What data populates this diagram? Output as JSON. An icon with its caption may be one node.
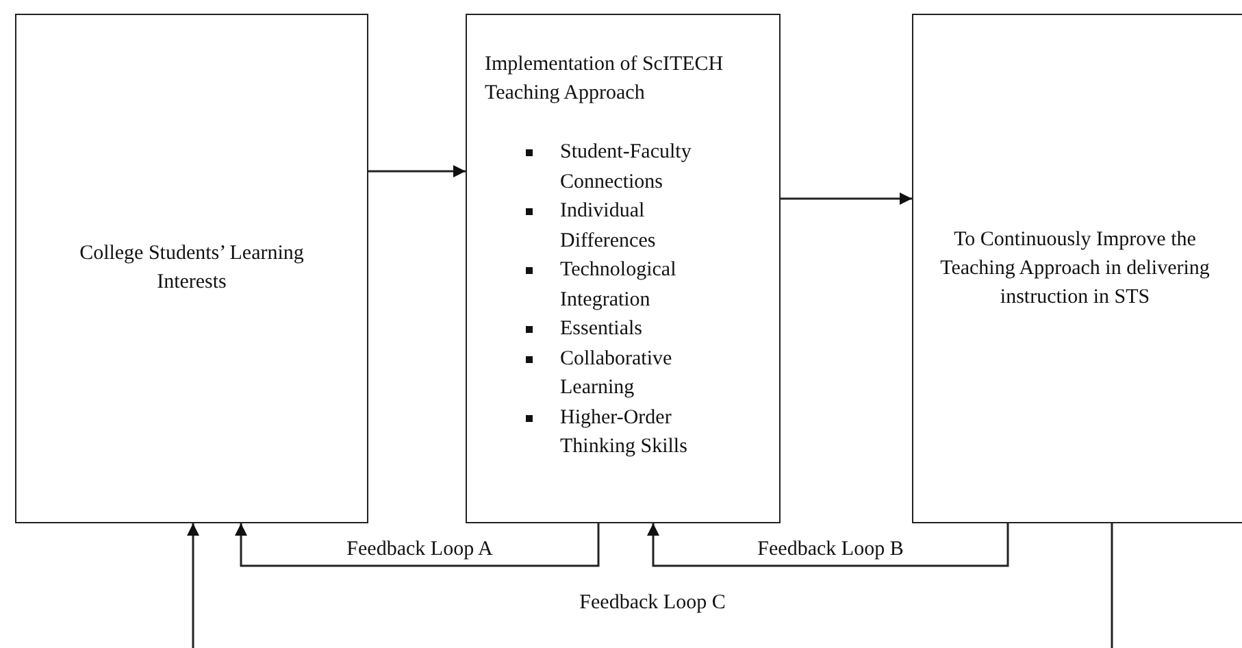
{
  "diagram": {
    "nodes": [
      {
        "text": [
          "College Students’ Learning Interests"
        ]
      },
      {
        "text": [
          "Implementation of ScITECH Teaching Approach",
          "Student-Faculty Connections",
          "Individual Differences",
          "Technological Integration",
          "Essentials",
          "Collaborative Learning",
          "Higher-Order Thinking Skills"
        ]
      },
      {
        "text": [
          "To Continuously Improve the Teaching Approach in delivering instruction in STS"
        ]
      }
    ],
    "edges": [
      {
        "from": 0,
        "to": 1,
        "arrow": "to"
      },
      {
        "from": 1,
        "to": 2,
        "arrow": "to"
      },
      {
        "from": 1,
        "to": 0,
        "arrow": "to",
        "label": "Feedback Loop A"
      },
      {
        "from": 2,
        "to": 1,
        "arrow": "to",
        "label": "Feedback Loop B"
      },
      {
        "from": 2,
        "to": 0,
        "arrow": "to",
        "label": "Feedback Loop C"
      }
    ]
  }
}
